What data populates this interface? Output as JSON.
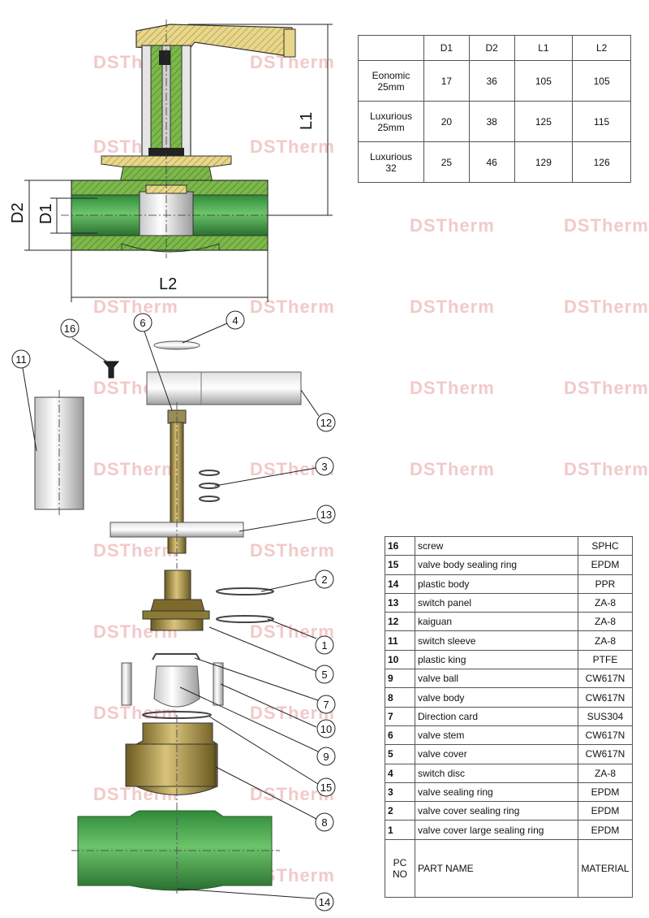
{
  "watermark": "DSTherm",
  "dimension_labels": {
    "d1": "D1",
    "d2": "D2",
    "l1": "L1",
    "l2": "L2"
  },
  "dims_table": {
    "headers": [
      "",
      "D1",
      "D2",
      "L1",
      "L2"
    ],
    "rows": [
      {
        "name_line1": "Eonomic",
        "name_line2": "25mm",
        "d1": "17",
        "d2": "36",
        "l1": "105",
        "l2": "105"
      },
      {
        "name_line1": "Luxurious",
        "name_line2": "25mm",
        "d1": "20",
        "d2": "38",
        "l1": "125",
        "l2": "115"
      },
      {
        "name_line1": "Luxurious",
        "name_line2": "32",
        "d1": "25",
        "d2": "46",
        "l1": "129",
        "l2": "126"
      }
    ]
  },
  "parts_table": {
    "rows": [
      {
        "no": "16",
        "name": "screw",
        "material": "SPHC"
      },
      {
        "no": "15",
        "name": "valve body sealing ring",
        "material": "EPDM"
      },
      {
        "no": "14",
        "name": "plastic body",
        "material": "PPR"
      },
      {
        "no": "13",
        "name": "switch panel",
        "material": "ZA-8"
      },
      {
        "no": "12",
        "name": "kaiguan",
        "material": "ZA-8"
      },
      {
        "no": "11",
        "name": "switch sleeve",
        "material": "ZA-8"
      },
      {
        "no": "10",
        "name": "plastic king",
        "material": "PTFE"
      },
      {
        "no": "9",
        "name": "valve ball",
        "material": "CW617N"
      },
      {
        "no": "8",
        "name": "valve body",
        "material": "CW617N"
      },
      {
        "no": "7",
        "name": "Direction card",
        "material": "SUS304"
      },
      {
        "no": "6",
        "name": "valve stem",
        "material": "CW617N"
      },
      {
        "no": "5",
        "name": "valve cover",
        "material": "CW617N"
      },
      {
        "no": "4",
        "name": "switch disc",
        "material": "ZA-8"
      },
      {
        "no": "3",
        "name": "valve sealing ring",
        "material": "EPDM"
      },
      {
        "no": "2",
        "name": "valve cover sealing ring",
        "material": "EPDM"
      },
      {
        "no": "1",
        "name": "valve cover large sealing ring",
        "material": "EPDM"
      }
    ],
    "footer": {
      "no": "PC NO",
      "name": "PART NAME",
      "material": "MATERIAL"
    }
  },
  "callouts": [
    "16",
    "11",
    "6",
    "4",
    "12",
    "3",
    "13",
    "2",
    "1",
    "5",
    "7",
    "10",
    "9",
    "15",
    "8",
    "14"
  ]
}
